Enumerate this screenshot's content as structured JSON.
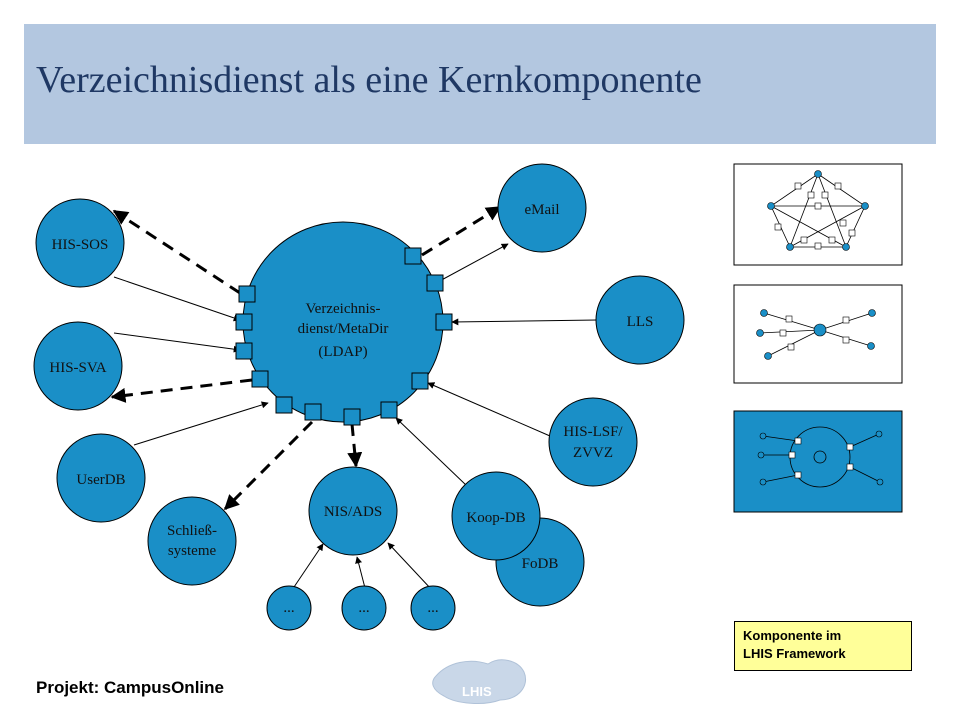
{
  "title": "Verzeichnisdienst als eine Kernkomponente",
  "center": {
    "lines": [
      "Verzeichnis-",
      "dienst/MetaDir",
      "(LDAP)"
    ]
  },
  "nodes": {
    "his_sos": "HIS-SOS",
    "his_sva": "HIS-SVA",
    "userdb": "UserDB",
    "schliess": [
      "Schließ-",
      "systeme"
    ],
    "nis_ads": "NIS/ADS",
    "koop_db": "Koop-DB",
    "fodb": "FoDB",
    "his_lsf": [
      "HIS-LSF/",
      "ZVVZ"
    ],
    "lls": "LLS",
    "email": "eMail",
    "dots": [
      "...",
      "...",
      "..."
    ]
  },
  "legend": {
    "lines": [
      "Komponente im",
      "LHIS Framework"
    ],
    "color": "#ffff99"
  },
  "footer": {
    "project": "Projekt: CampusOnline",
    "brand": "LHIS"
  },
  "colors": {
    "node": "#1a8fc7",
    "title_bar": "#b3c7e0",
    "title_text": "#1f3864"
  }
}
